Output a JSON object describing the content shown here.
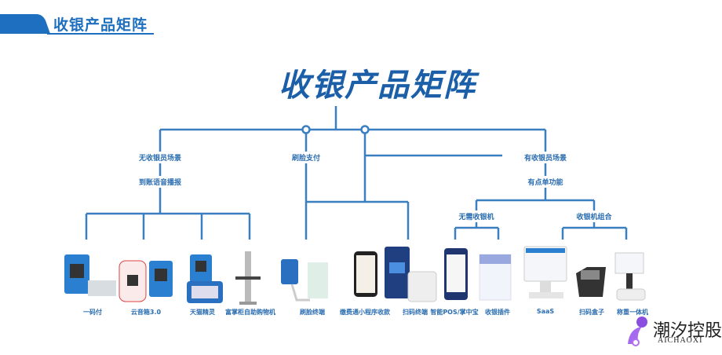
{
  "header": {
    "title": "收银产品矩阵"
  },
  "main_title": "收银产品矩阵",
  "nodes": {
    "no_cashier": "无收银员场景",
    "voice_broadcast": "到账语音播报",
    "face_pay": "刷脸支付",
    "has_cashier": "有收银员场景",
    "has_order": "有点单功能",
    "no_register": "无需收银机",
    "register_combo": "收银机组合"
  },
  "products": [
    {
      "label": "一码付",
      "icon": "qr-stand-icon"
    },
    {
      "label": "云音箱3.0",
      "icon": "cloud-speaker-icon"
    },
    {
      "label": "天猫精灵",
      "icon": "smart-speaker-icon"
    },
    {
      "label": "富掌柜自助购物机",
      "icon": "self-checkout-icon"
    },
    {
      "label": "刷脸终端",
      "icon": "face-terminal-icon"
    },
    {
      "label": "缴费通小程序收款",
      "icon": "phone-miniapp-icon"
    },
    {
      "label": "扫码终端",
      "icon": "scan-terminal-icon"
    },
    {
      "label": "智能POS/掌中宝",
      "icon": "smart-pos-icon"
    },
    {
      "label": "收银插件",
      "icon": "cashier-plugin-icon"
    },
    {
      "label": "SaaS",
      "icon": "saas-register-icon"
    },
    {
      "label": "扫码盒子",
      "icon": "scan-box-icon"
    },
    {
      "label": "称重一体机",
      "icon": "weighing-machine-icon"
    }
  ],
  "logo": {
    "name": "潮汐控股",
    "sub": "AICHAOXI"
  },
  "colors": {
    "accent": "#1e6fbf",
    "line": "#3a7fbf",
    "title": "#1a5fa8"
  }
}
